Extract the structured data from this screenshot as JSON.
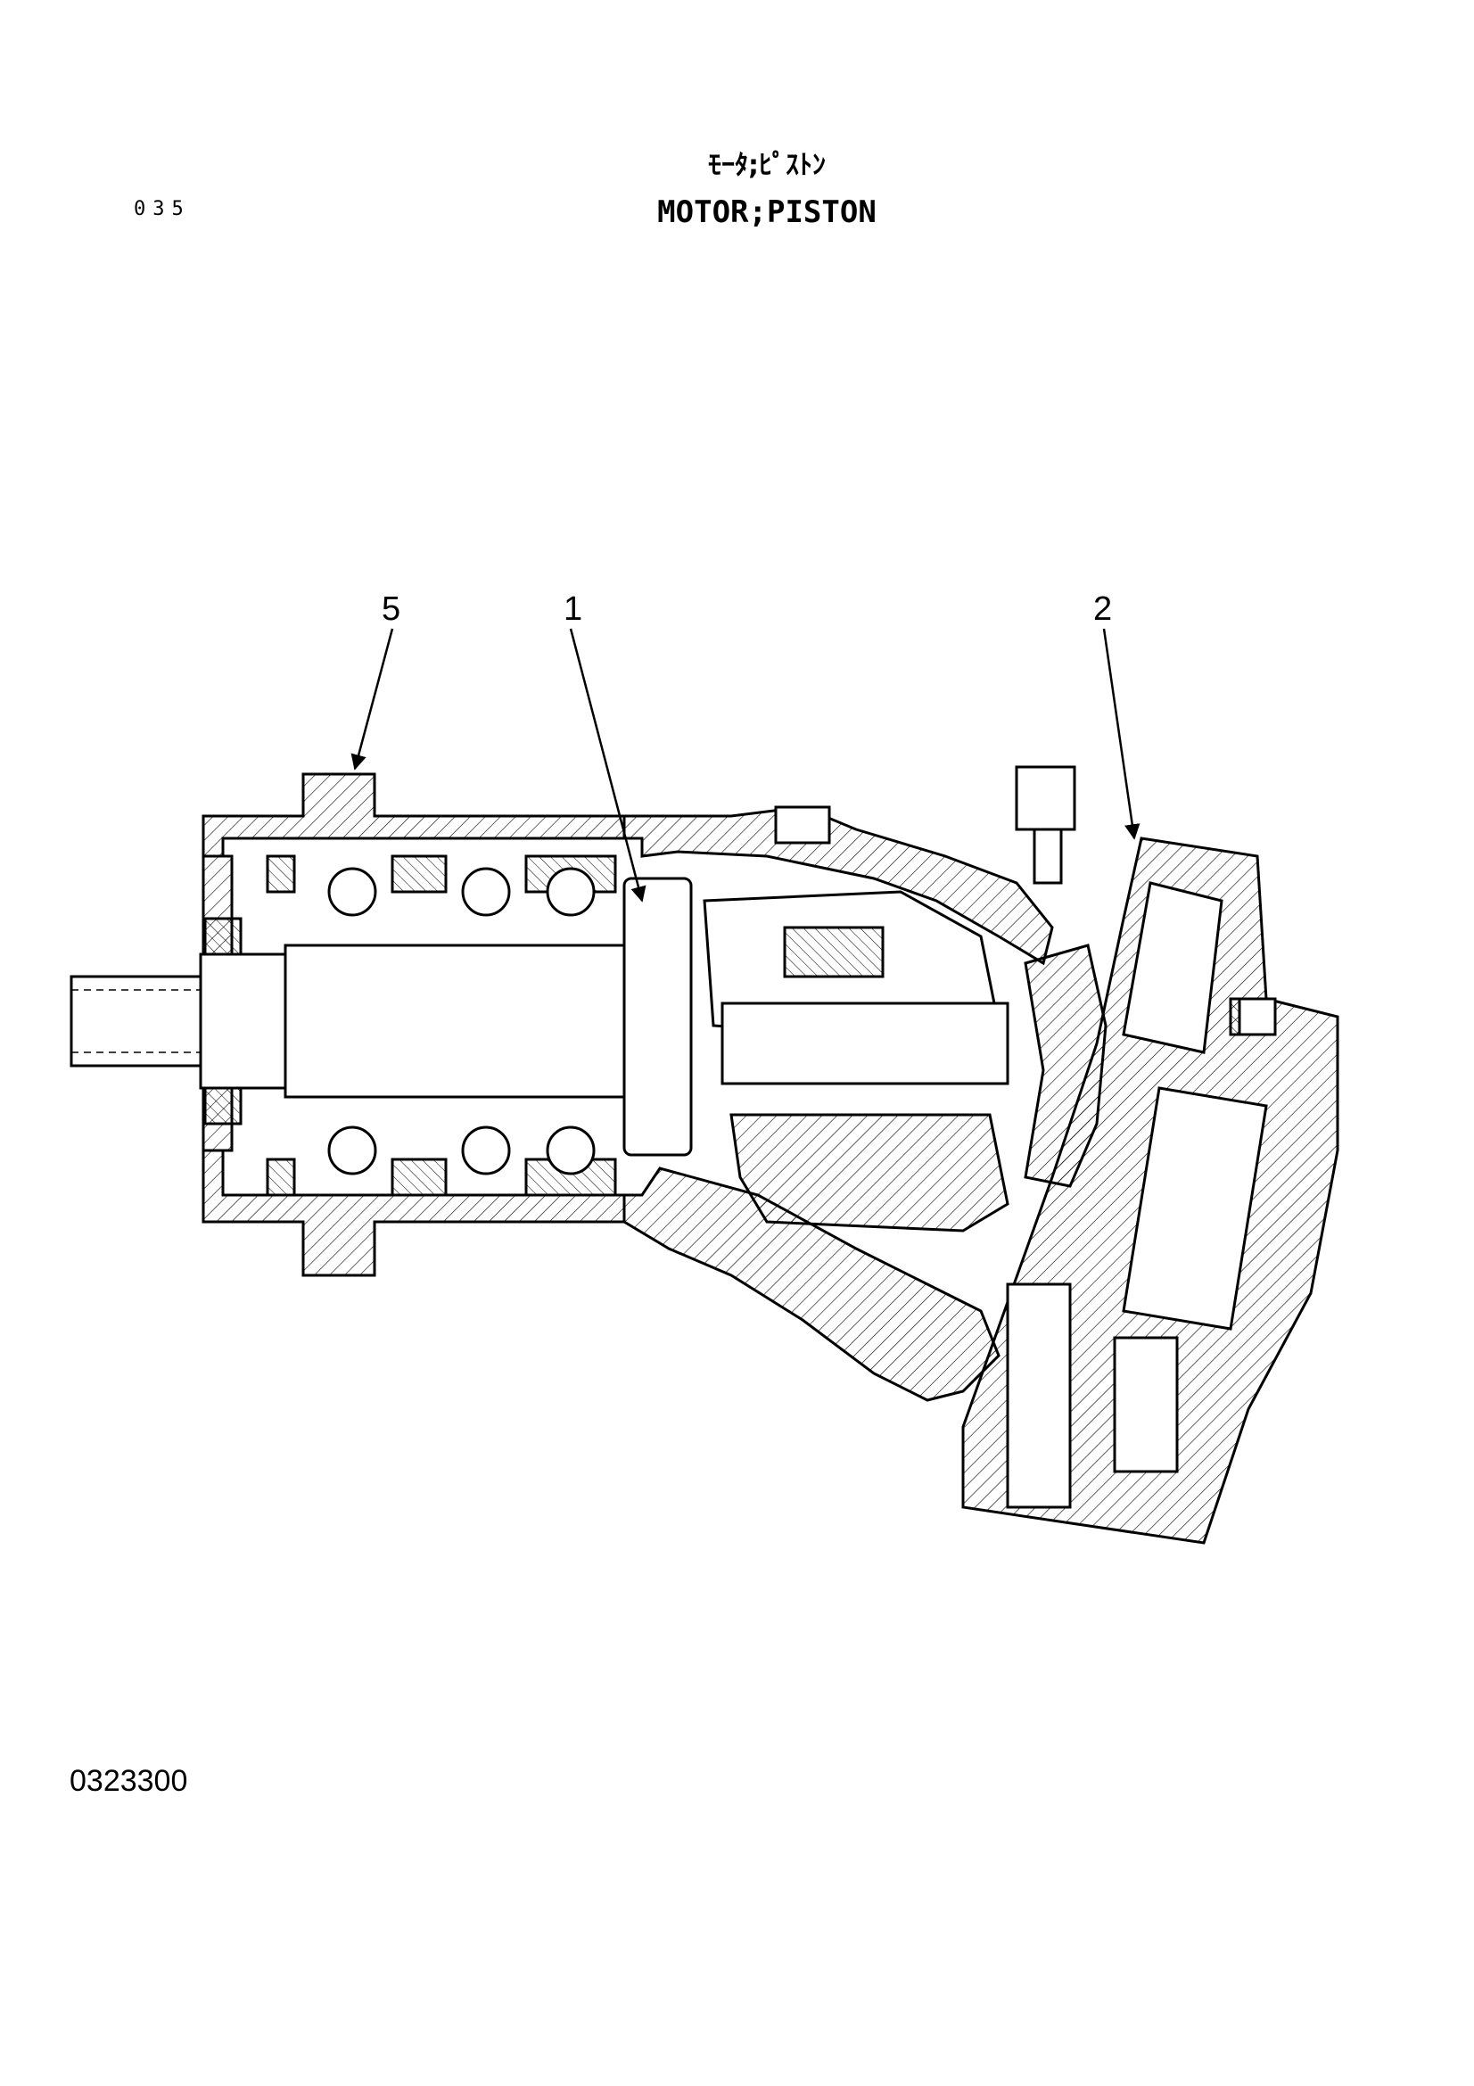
{
  "header": {
    "page_code": "035",
    "title_jp": "ﾓｰﾀ;ﾋﾟｽﾄﾝ",
    "title_en": "MOTOR;PISTON"
  },
  "callouts": [
    {
      "label": "5"
    },
    {
      "label": "1"
    },
    {
      "label": "2"
    }
  ],
  "footer": {
    "drawing_number": "0323300"
  }
}
